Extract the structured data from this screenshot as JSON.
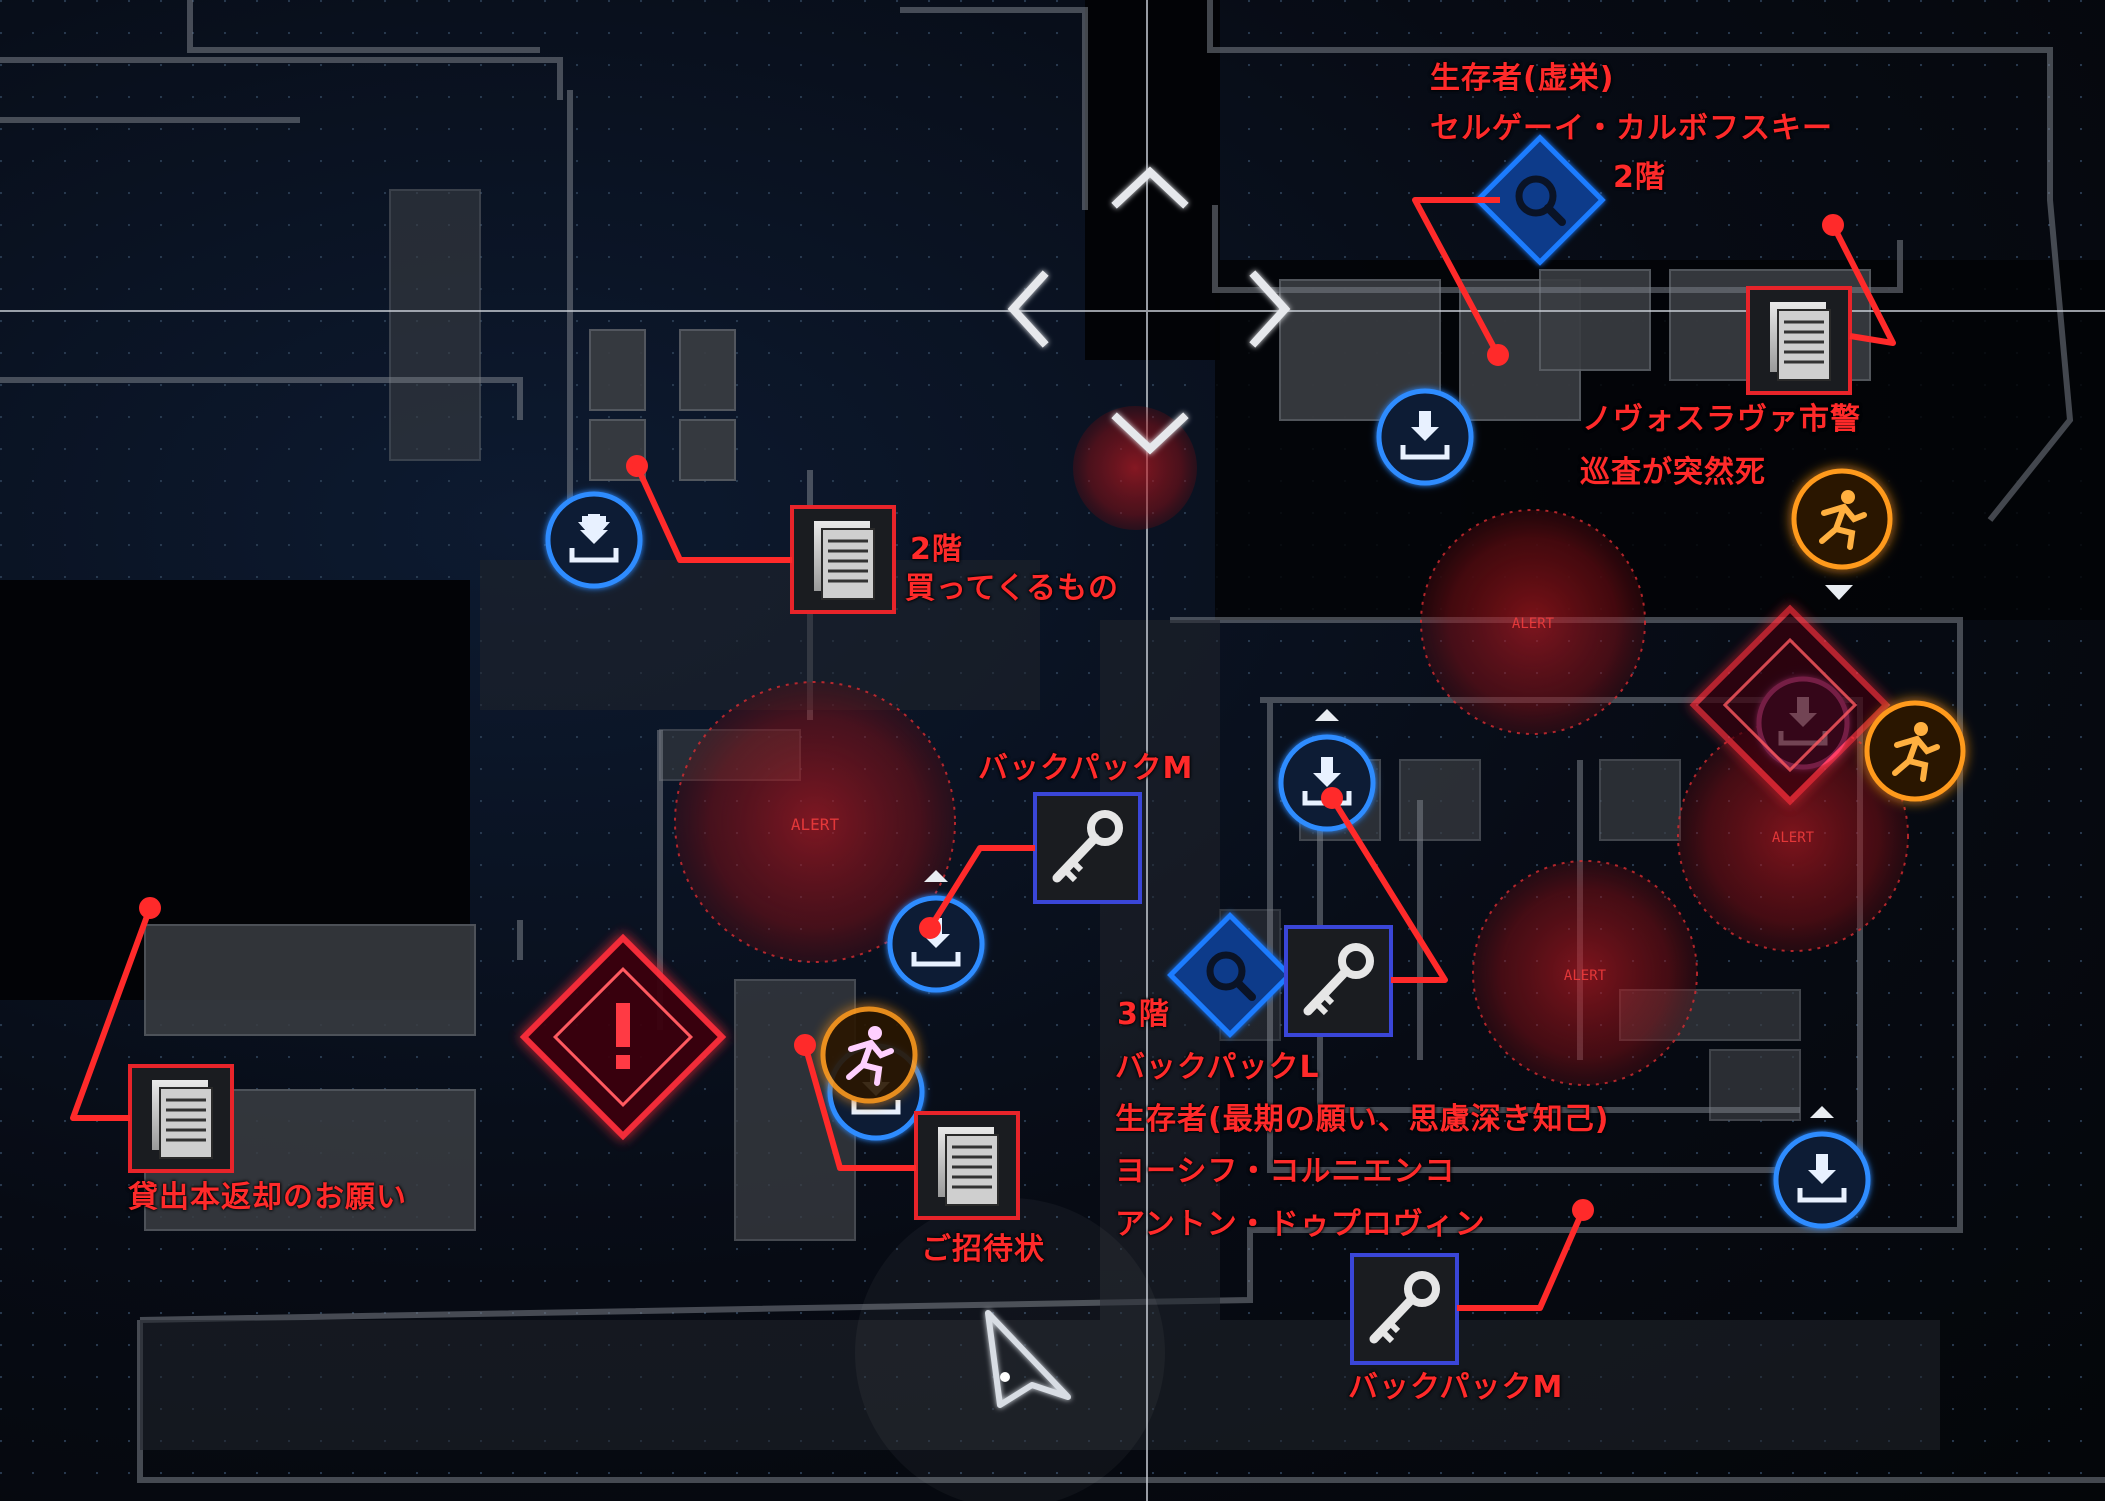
{
  "map": {
    "zone_text": "ALERT",
    "colors": {
      "annotation": "#ff2a2a",
      "marker_red_frame": "#e8242a",
      "marker_blue_frame": "#3a46d8",
      "save_point": "#2f8cff",
      "alert_zone": "#b0161c",
      "escape": "#ff9a1e",
      "danger": "#ff2f3a"
    },
    "icons": [
      "search-icon",
      "document-icon",
      "key-icon",
      "save-download-icon",
      "running-man-icon",
      "exclamation-icon",
      "player-arrow-icon",
      "chevron-icon"
    ],
    "annotations": [
      {
        "id": "survivor-top",
        "lines": [
          "生存者(虚栄)",
          "セルゲーイ・カルボフスキー",
          "2階"
        ]
      },
      {
        "id": "police-report",
        "lines": [
          "ノヴォスラヴァ市警",
          "巡査が突然死"
        ]
      },
      {
        "id": "shopping-list",
        "lines": [
          "2階",
          "買ってくるもの"
        ]
      },
      {
        "id": "backpack-m-1",
        "lines": [
          "バックパックM"
        ]
      },
      {
        "id": "library-book",
        "lines": [
          "貸出本返却のお願い"
        ]
      },
      {
        "id": "invitation",
        "lines": [
          "ご招待状"
        ]
      },
      {
        "id": "third-floor",
        "lines": [
          "3階",
          "バックパックL",
          "生存者(最期の願い、思慮深き知己)",
          "ヨーシフ・コルニエンコ",
          "アントン・ドゥプロヴィン"
        ]
      },
      {
        "id": "backpack-m-2",
        "lines": [
          "バックパックM"
        ]
      }
    ]
  }
}
